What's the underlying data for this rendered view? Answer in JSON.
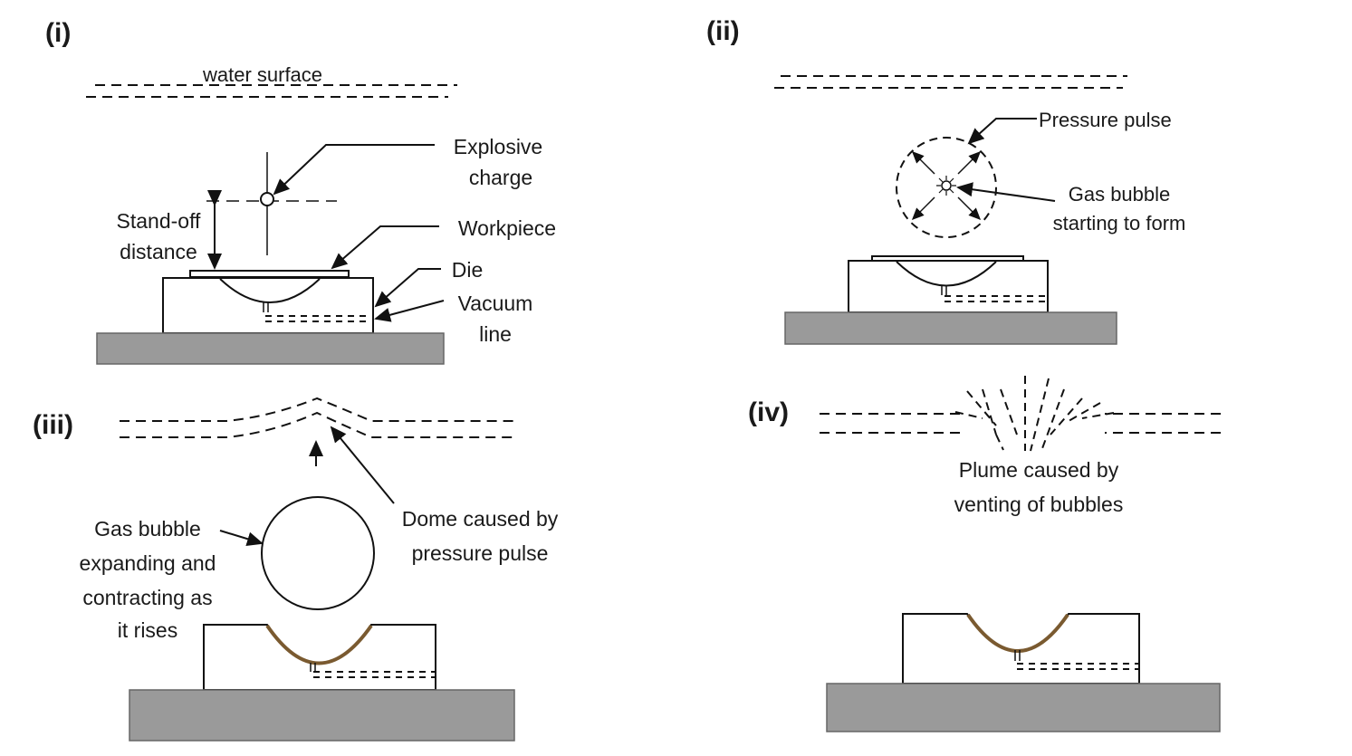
{
  "panels": {
    "i": {
      "label": "(i)",
      "water_surface": "water surface",
      "explosive": [
        "Explosive",
        "charge"
      ],
      "standoff": [
        "Stand-off",
        "distance"
      ],
      "workpiece": "Workpiece",
      "die": "Die",
      "vacuum": [
        "Vacuum",
        "line"
      ]
    },
    "ii": {
      "label": "(ii)",
      "pressure_pulse": "Pressure pulse",
      "gas_bubble": [
        "Gas bubble",
        "starting to form"
      ]
    },
    "iii": {
      "label": "(iii)",
      "gas_bubble": [
        "Gas bubble",
        "expanding and",
        "contracting as",
        "it rises"
      ],
      "dome": [
        "Dome caused by",
        "pressure pulse"
      ]
    },
    "iv": {
      "label": "(iv)",
      "plume": [
        "Plume caused by",
        "venting of bubbles"
      ]
    }
  },
  "colors": {
    "base": "#9a9a9a",
    "formed_workpiece": "#7a5a30"
  }
}
